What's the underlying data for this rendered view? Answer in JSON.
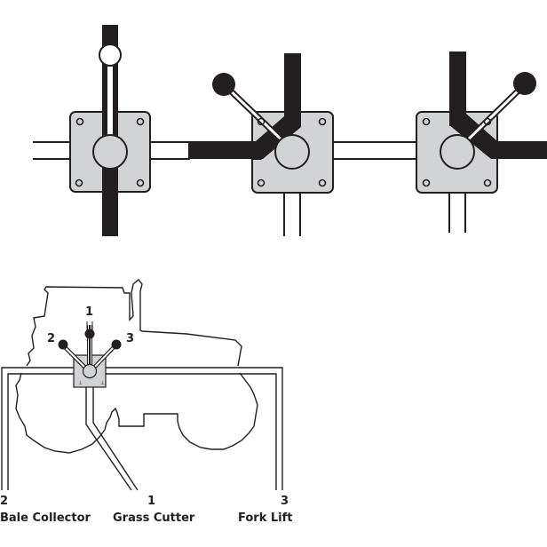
{
  "diagram": {
    "title": "Hydraulic selector valve positions",
    "colors": {
      "ink": "#231f20",
      "valve_body": "#d1d3d4",
      "background": "#ffffff"
    },
    "top_valves": [
      {
        "name": "valve-position-1",
        "lever": "up",
        "knob": "white"
      },
      {
        "name": "valve-position-2",
        "lever": "up-left",
        "knob": "black"
      },
      {
        "name": "valve-position-3",
        "lever": "up-right",
        "knob": "black"
      }
    ],
    "tractor_levers": {
      "lever_1": "1",
      "lever_2": "2",
      "lever_3": "3"
    },
    "outputs": [
      {
        "number": "2",
        "label": "Bale Collector"
      },
      {
        "number": "1",
        "label": "Grass Cutter"
      },
      {
        "number": "3",
        "label": "Fork Lift"
      }
    ]
  }
}
